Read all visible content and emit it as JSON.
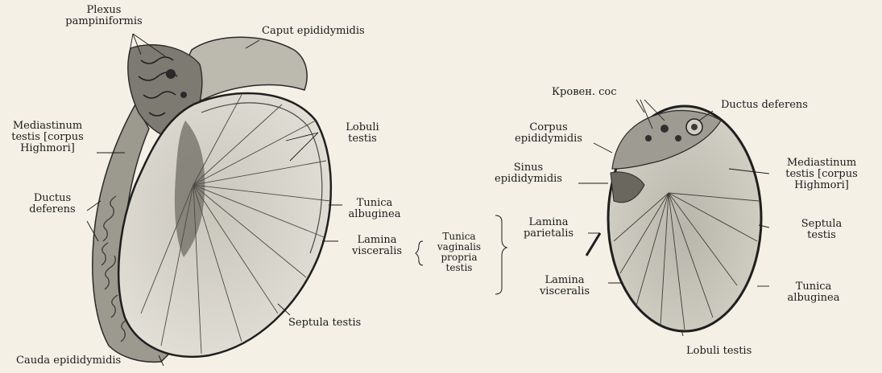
{
  "left_figure": {
    "labels": {
      "plexus_pampiniformis": [
        "Plexus",
        "pampiniformis"
      ],
      "caput_epididymidis": "Caput epididymidis",
      "mediastinum_testis": [
        "Mediastinum",
        "testis [corpus",
        "Highmori]"
      ],
      "lobuli_testis": [
        "Lobuli",
        "testis"
      ],
      "ductus_deferens": [
        "Ductus",
        "deferens"
      ],
      "tunica_albuginea": [
        "Tunica",
        "albuginea"
      ],
      "lamina_visceralis": [
        "Lamina",
        "visceralis"
      ],
      "septula_testis": "Septula testis",
      "cauda_epididymidis": "Cauda epididymidis"
    }
  },
  "center": {
    "tunica_vaginalis": [
      "Tunica",
      "vaginalis",
      "propria",
      "testis"
    ]
  },
  "right_figure": {
    "labels": {
      "kroven_sos": "Кровен. сос",
      "ductus_deferens": "Ductus deferens",
      "corpus_epididymidis": [
        "Corpus",
        "epididymidis"
      ],
      "sinus_epididymidis": [
        "Sinus",
        "epididymidis"
      ],
      "mediastinum_testis": [
        "Mediastinum",
        "testis [corpus",
        "Highmori]"
      ],
      "lamina_parietalis": [
        "Lamina",
        "parietalis"
      ],
      "septula_testis": [
        "Septula",
        "testis"
      ],
      "lamina_visceralis": [
        "Lamina",
        "visceralis"
      ],
      "tunica_albuginea": [
        "Tunica",
        "albuginea"
      ],
      "lobuli_testis": "Lobuli testis"
    }
  },
  "colors": {
    "paper": "#f4f0e6",
    "ink": "#1b1b1b",
    "tissue": "#d9d6cc",
    "tissue_dark": "#8a877f",
    "outline": "#2a2a2a"
  }
}
